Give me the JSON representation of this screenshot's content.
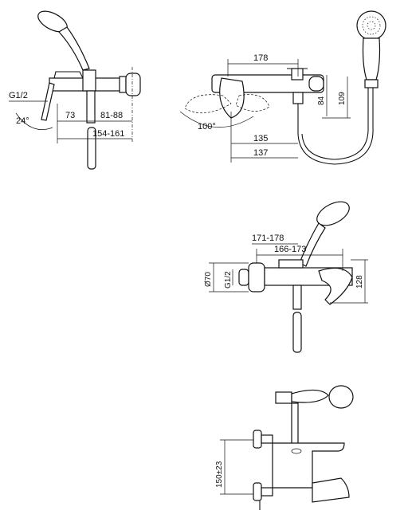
{
  "labels": {
    "g12_top": "G1/2",
    "d73": "73",
    "d81_88": "81-88",
    "angle24": "24°",
    "d154_161": "154-161",
    "d178": "178",
    "d84": "84",
    "d109": "109",
    "angle100": "100°",
    "d135": "135",
    "d137": "137",
    "d171_178": "171-178",
    "d166_173": "166-173",
    "d70": "Ø70",
    "g12_mid": "G1/2",
    "d128": "128",
    "d150": "150±23"
  }
}
